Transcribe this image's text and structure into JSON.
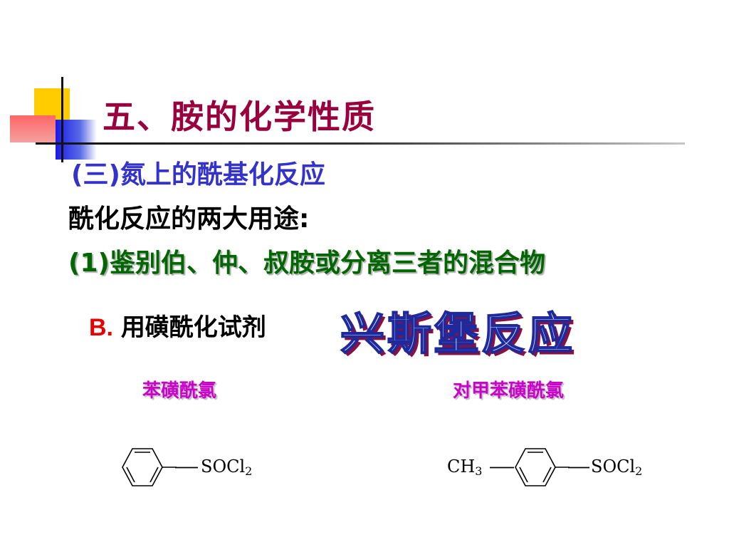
{
  "slide": {
    "title": "五、胺的化学性质",
    "subtitle": "(三)氮上的酰基化反应",
    "uses_heading": "酰化反应的两大用途:",
    "use_1": "(1)鉴别伯、仲、叔胺或分离三者的混合物",
    "b_marker": "B.",
    "b_text": "用磺酰化试剂",
    "wordart": "兴斯堡反应"
  },
  "reagents": [
    {
      "name": "苯磺酰氯",
      "left_group": "",
      "right_group_main": "SOCl",
      "right_group_sub": "2"
    },
    {
      "name": "对甲苯磺酰氯",
      "left_group_main": "CH",
      "left_group_sub": "3",
      "right_group_main": "SOCl",
      "right_group_sub": "2"
    }
  ],
  "colors": {
    "title": "#99003D",
    "subtitle": "#3333CC",
    "use_1": "#006600",
    "b_marker": "#E60000",
    "reagent_label": "#CC00CC",
    "wordart_outline": "#1E2A9C",
    "wordart_shadow": "#8B1040"
  }
}
